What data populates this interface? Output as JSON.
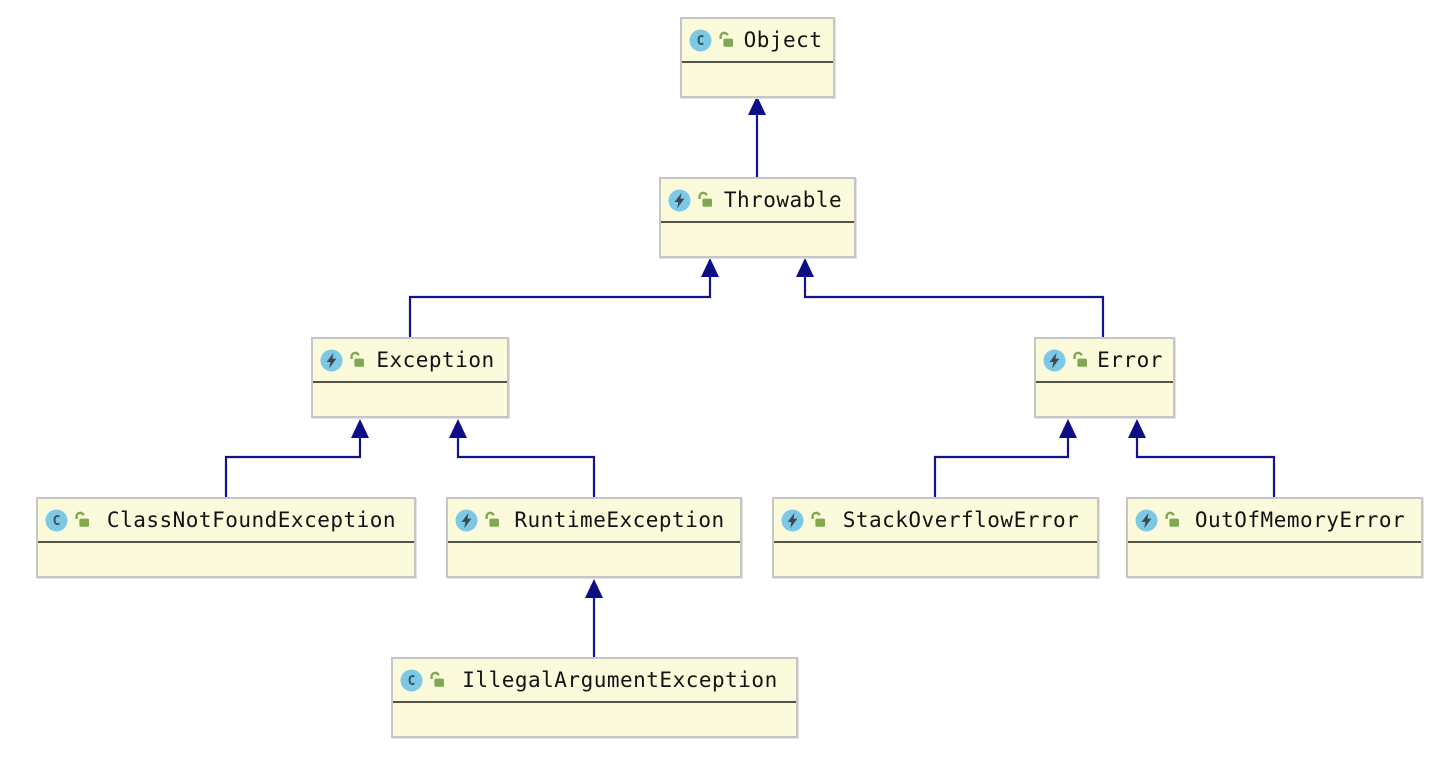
{
  "diagram": {
    "type": "uml-class-inheritance-diagram",
    "colors": {
      "background": "#FFFFFF",
      "node_fill": "#FBFBDC",
      "node_border": "#C6C6C6",
      "compartment_divider": "#53534A",
      "edge": "#13138C",
      "arrowhead": "#0D0D86",
      "icon_circle_blue": "#7CC8E5",
      "icon_glyph_dark": "#3A4A52",
      "lock_green": "#7FA851",
      "class_name_text": "#121212"
    },
    "nodes": [
      {
        "id": "object",
        "name": "Object",
        "kind_icon": "class-icon",
        "visibility_icon": "unlocked-public-icon",
        "fields_compartment": ""
      },
      {
        "id": "throwable",
        "name": "Throwable",
        "kind_icon": "exception-class-icon",
        "visibility_icon": "unlocked-public-icon",
        "fields_compartment": ""
      },
      {
        "id": "exception",
        "name": "Exception",
        "kind_icon": "exception-class-icon",
        "visibility_icon": "unlocked-public-icon",
        "fields_compartment": ""
      },
      {
        "id": "error",
        "name": "Error",
        "kind_icon": "exception-class-icon",
        "visibility_icon": "unlocked-public-icon",
        "fields_compartment": ""
      },
      {
        "id": "class-not-found-exception",
        "name": "ClassNotFoundException",
        "kind_icon": "class-icon",
        "visibility_icon": "unlocked-public-icon",
        "fields_compartment": ""
      },
      {
        "id": "runtime-exception",
        "name": "RuntimeException",
        "kind_icon": "exception-class-icon",
        "visibility_icon": "unlocked-public-icon",
        "fields_compartment": ""
      },
      {
        "id": "stack-overflow-error",
        "name": "StackOverflowError",
        "kind_icon": "exception-class-icon",
        "visibility_icon": "unlocked-public-icon",
        "fields_compartment": ""
      },
      {
        "id": "out-of-memory-error",
        "name": "OutOfMemoryError",
        "kind_icon": "exception-class-icon",
        "visibility_icon": "unlocked-public-icon",
        "fields_compartment": ""
      },
      {
        "id": "illegal-argument-exception",
        "name": "IllegalArgumentException",
        "kind_icon": "class-icon",
        "visibility_icon": "unlocked-public-icon",
        "fields_compartment": ""
      }
    ],
    "edges": [
      {
        "from": "Throwable",
        "to": "Object",
        "type": "extends"
      },
      {
        "from": "Exception",
        "to": "Throwable",
        "type": "extends"
      },
      {
        "from": "Error",
        "to": "Throwable",
        "type": "extends"
      },
      {
        "from": "ClassNotFoundException",
        "to": "Exception",
        "type": "extends"
      },
      {
        "from": "RuntimeException",
        "to": "Exception",
        "type": "extends"
      },
      {
        "from": "StackOverflowError",
        "to": "Error",
        "type": "extends"
      },
      {
        "from": "OutOfMemoryError",
        "to": "Error",
        "type": "extends"
      },
      {
        "from": "IllegalArgumentException",
        "to": "RuntimeException",
        "type": "extends"
      }
    ]
  }
}
